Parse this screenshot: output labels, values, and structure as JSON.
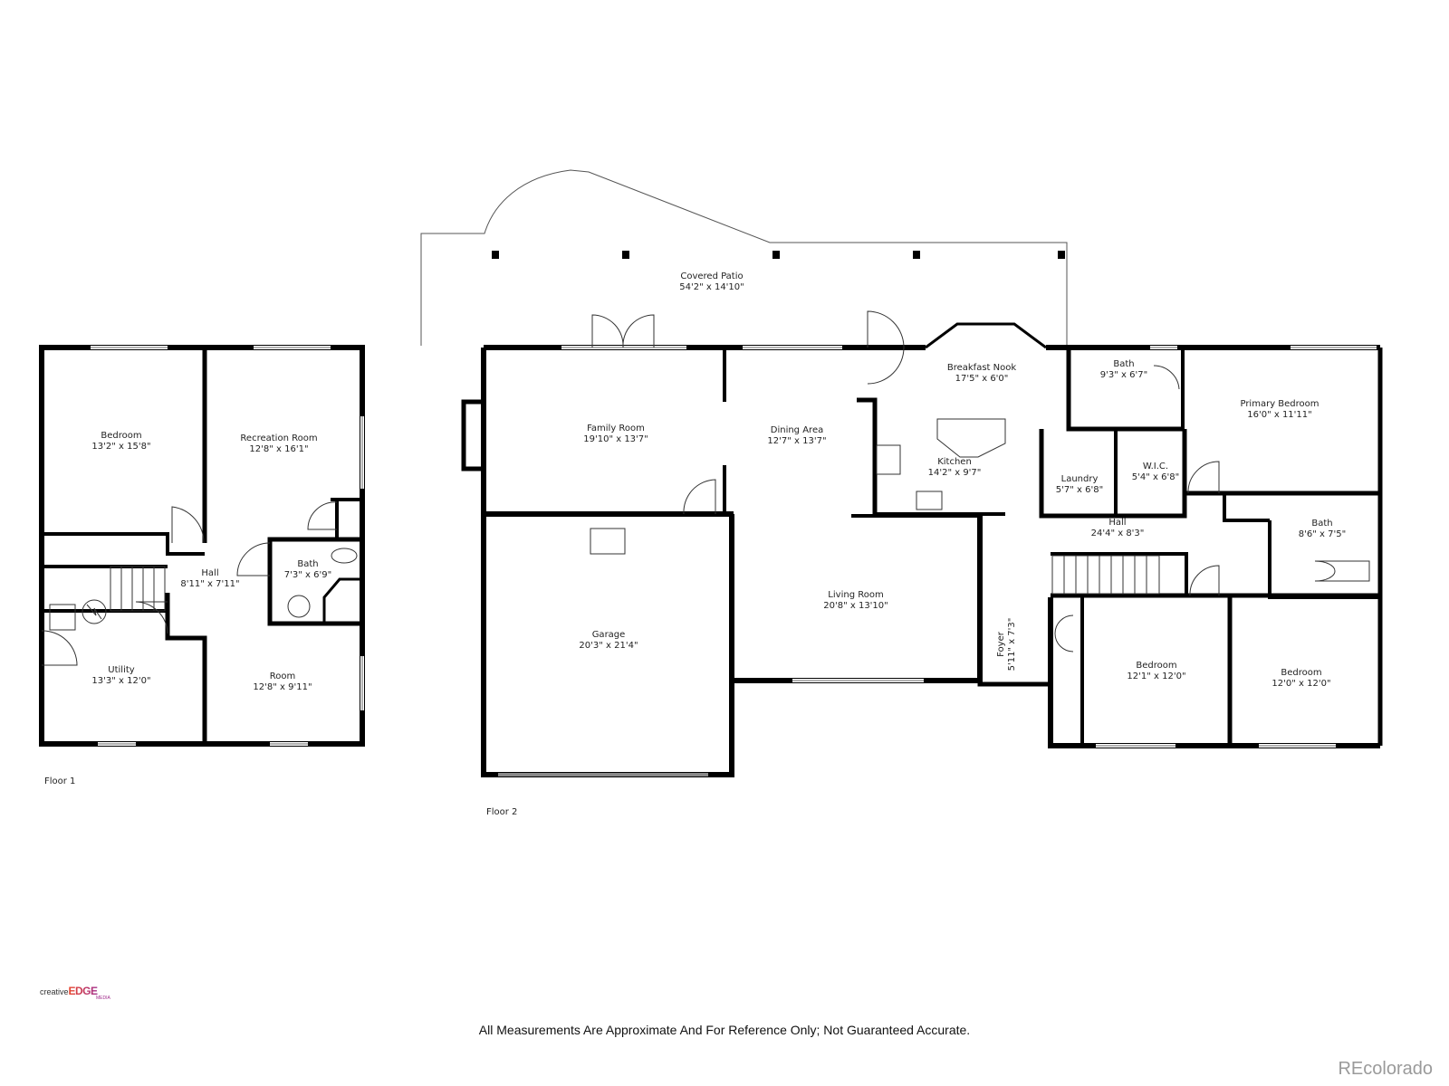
{
  "floors": [
    {
      "name": "Floor 1",
      "rooms": [
        {
          "name": "Bedroom",
          "size": "13'2\" x 15'8\""
        },
        {
          "name": "Recreation Room",
          "size": "12'8\" x 16'1\""
        },
        {
          "name": "Hall",
          "size": "8'11\" x 7'11\""
        },
        {
          "name": "Bath",
          "size": "7'3\" x 6'9\""
        },
        {
          "name": "Utility",
          "size": "13'3\" x 12'0\""
        },
        {
          "name": "Room",
          "size": "12'8\" x 9'11\""
        }
      ]
    },
    {
      "name": "Floor 2",
      "rooms": [
        {
          "name": "Covered Patio",
          "size": "54'2\" x 14'10\""
        },
        {
          "name": "Family Room",
          "size": "19'10\" x 13'7\""
        },
        {
          "name": "Dining Area",
          "size": "12'7\" x 13'7\""
        },
        {
          "name": "Breakfast Nook",
          "size": "17'5\" x 6'0\""
        },
        {
          "name": "Kitchen",
          "size": "14'2\" x 9'7\""
        },
        {
          "name": "Bath",
          "size": "9'3\" x 6'7\""
        },
        {
          "name": "Primary Bedroom",
          "size": "16'0\" x 11'11\""
        },
        {
          "name": "Laundry",
          "size": "5'7\" x 6'8\""
        },
        {
          "name": "W.I.C.",
          "size": "5'4\" x 6'8\""
        },
        {
          "name": "Hall",
          "size": "24'4\" x 8'3\""
        },
        {
          "name": "Bath",
          "size": "8'6\" x 7'5\""
        },
        {
          "name": "Garage",
          "size": "20'3\" x 21'4\""
        },
        {
          "name": "Living Room",
          "size": "20'8\" x 13'10\""
        },
        {
          "name": "Foyer",
          "size": "5'11\" x 7'3\""
        },
        {
          "name": "Bedroom",
          "size": "12'1\" x 12'0\""
        },
        {
          "name": "Bedroom",
          "size": "12'0\" x 12'0\""
        }
      ]
    }
  ],
  "footer": {
    "disclaimer": "All Measurements Are Approximate And For Reference Only; Not Guaranteed Accurate.",
    "brand_prefix": "creative",
    "brand_main": "EDGE",
    "brand_sub": "MEDIA",
    "watermark": "REcolorado"
  },
  "colors": {
    "wall": "#000000",
    "line": "#333333",
    "brand_start": "#e8452c",
    "brand_end": "#a12c8c",
    "watermark": "#9a9a9a"
  }
}
